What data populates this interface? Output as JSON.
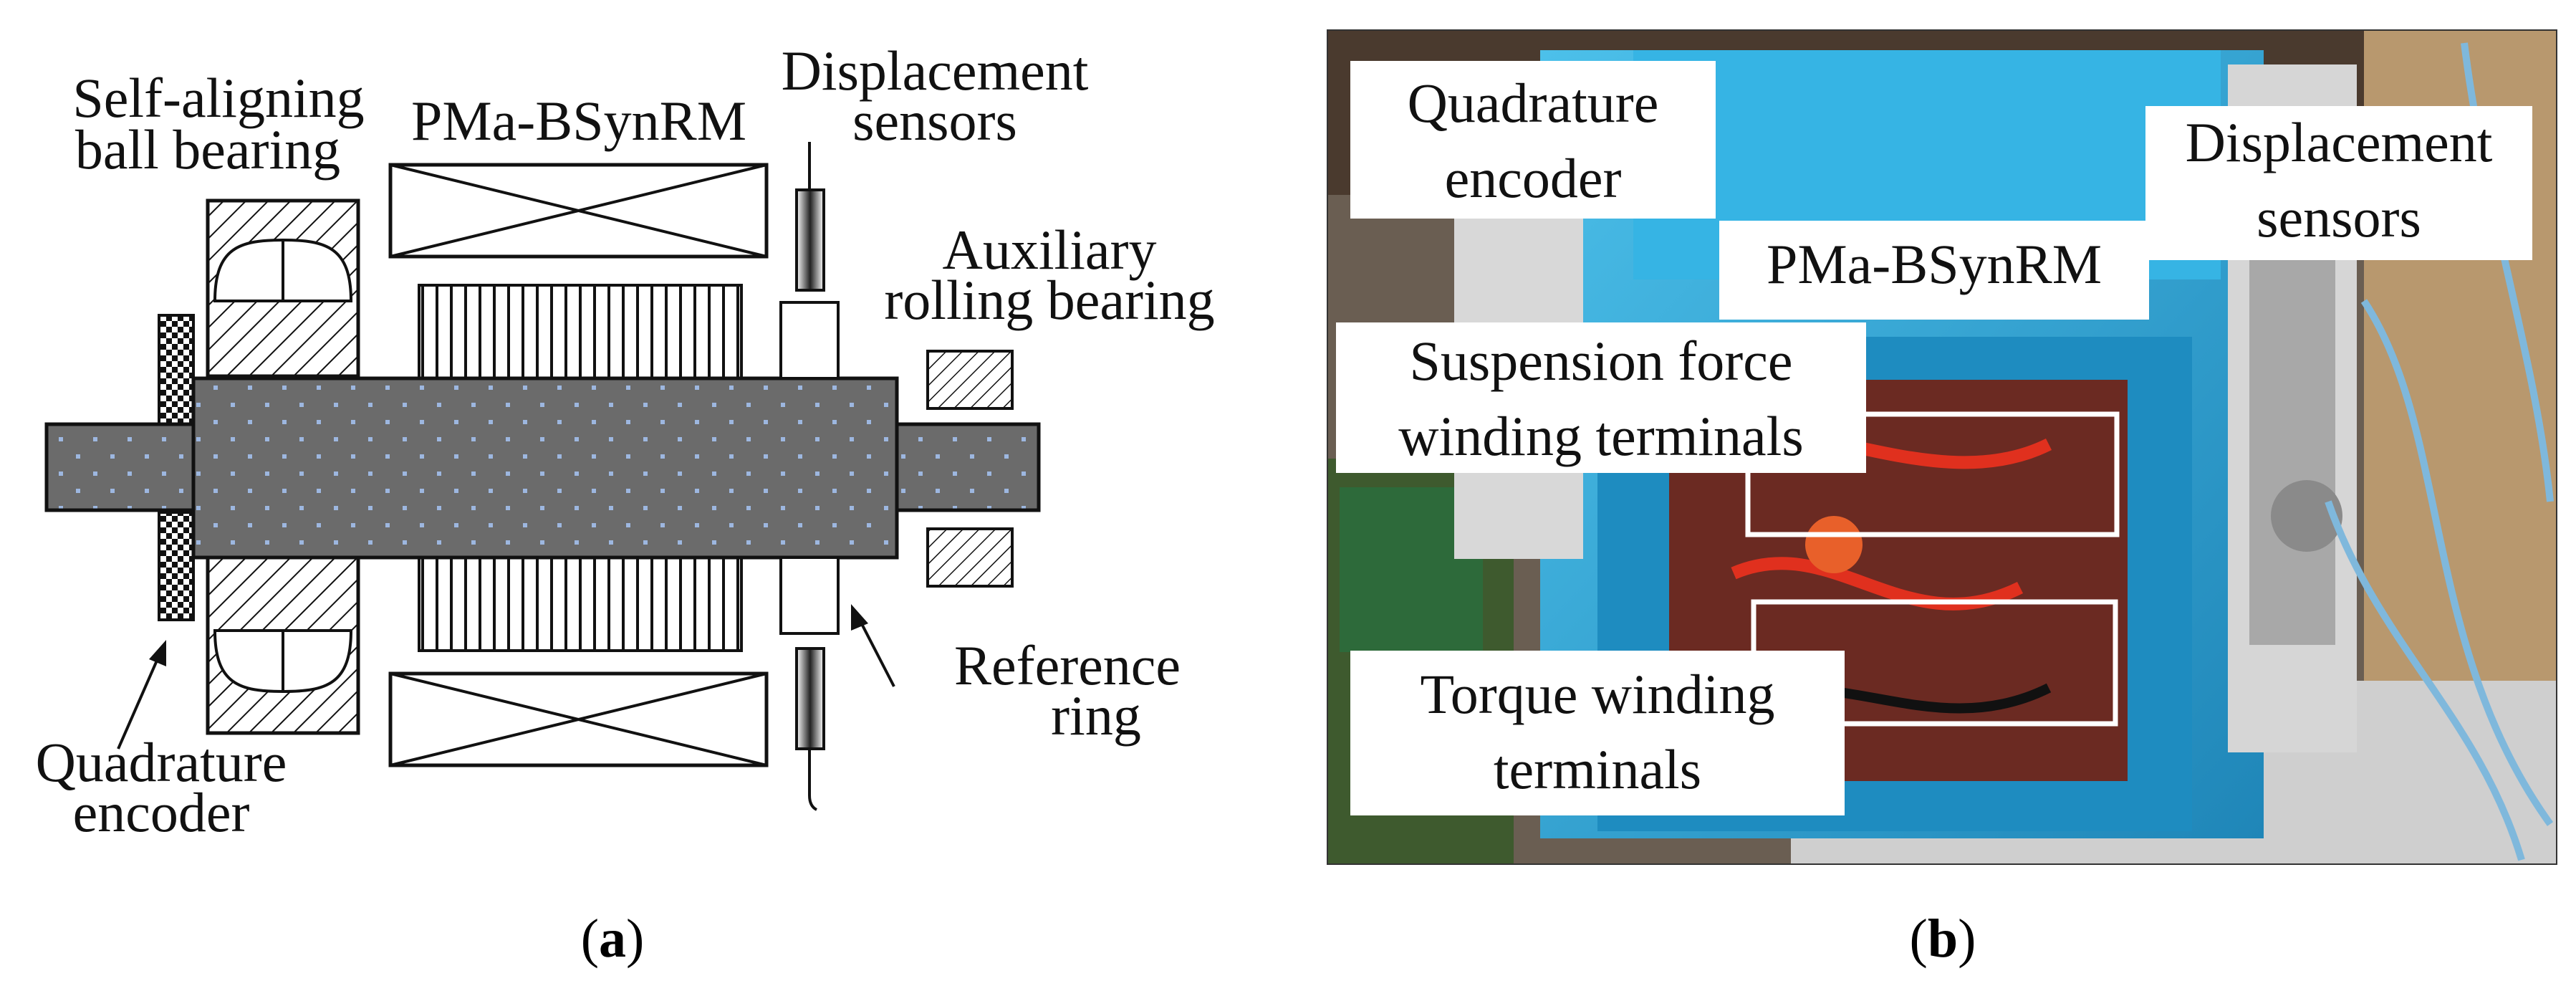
{
  "diagram_a": {
    "labels": {
      "bearing_line1": "Self-aligning",
      "bearing_line2": "ball bearing",
      "motor": "PMa-BSynRM",
      "sensors_line1": "Displacement",
      "sensors_line2": "sensors",
      "aux_line1": "Auxiliary",
      "aux_line2": "rolling bearing",
      "ref_line1": "Reference",
      "ref_line2": "ring",
      "encoder_line1": "Quadrature",
      "encoder_line2": "encoder"
    },
    "caption_open": "(",
    "caption_letter": "a",
    "caption_close": ")"
  },
  "photo_b": {
    "labels": {
      "encoder_line1": "Quadrature",
      "encoder_line2": "encoder",
      "motor": "PMa-BSynRM",
      "sensors_line1": "Displacement",
      "sensors_line2": "sensors",
      "suspension_line1": "Suspension force",
      "suspension_line2": "winding terminals",
      "torque_line1": "Torque winding",
      "torque_line2": "terminals"
    },
    "caption_open": "(",
    "caption_letter": "b",
    "caption_close": ")"
  },
  "colors": {
    "shaft": "#6b6b6b",
    "shaft_dots": "#9db7e0",
    "motor_body": "#2fa6d8",
    "photo_bg": "#6a5e52"
  }
}
